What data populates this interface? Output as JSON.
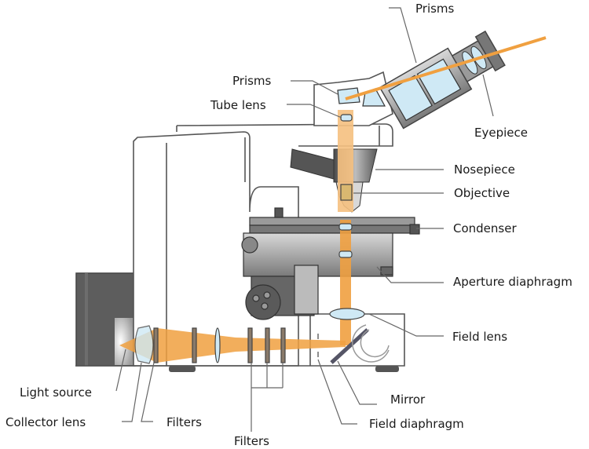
{
  "title": "Microscope optical path diagram",
  "colors": {
    "light_beam": "#f0a040",
    "light_beam_dark": "#e8902a",
    "body_outline": "#555555",
    "body_fill": "#ffffff",
    "dark_part": "#5a5a5a",
    "mid_gray": "#8a8a8a",
    "glass": "#cfe9f5",
    "leader_line": "#666666"
  },
  "labels": {
    "prisms_top": "Prisms",
    "prisms": "Prisms",
    "tube_lens": "Tube lens",
    "eyepiece": "Eyepiece",
    "nosepiece": "Nosepiece",
    "objective": "Objective",
    "condenser": "Condenser",
    "aperture_diaphragm": "Aperture diaphragm",
    "field_lens": "Field lens",
    "mirror": "Mirror",
    "field_diaphragm": "Field diaphragm",
    "light_source": "Light source",
    "collector_lens": "Collector lens",
    "filters_left": "Filters",
    "filters_bottom": "Filters"
  }
}
